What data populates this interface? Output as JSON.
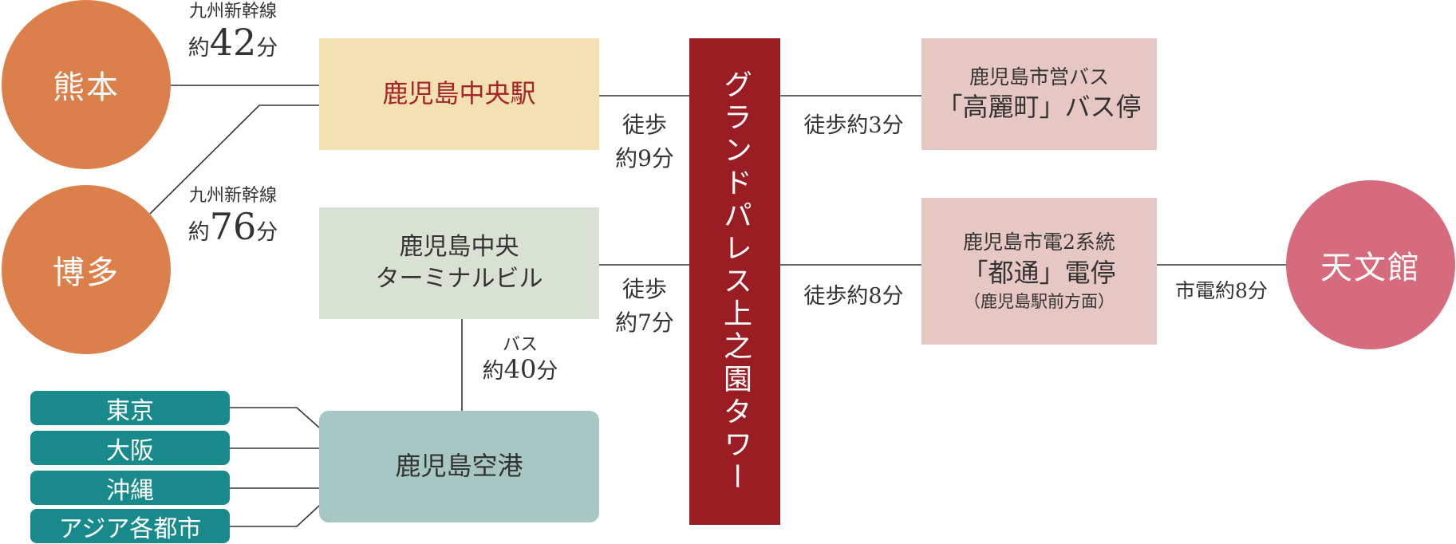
{
  "colors": {
    "origin_circle": "#dc804b",
    "destination_circle": "#d56b7c",
    "station_box": "#f4e1b2",
    "terminal_box": "#d9e1d5",
    "airport_box": "#a7c7c3",
    "city_pill": "#188a8c",
    "tower": "#9a1d24",
    "stop_box": "#e7c7c3",
    "station_text": "#a3242a",
    "lines": "#333333"
  },
  "origins": {
    "kumamoto": "熊本",
    "hakata": "博多"
  },
  "routes": {
    "kumamoto_line": "九州新幹線",
    "kumamoto_time_prefix": "約",
    "kumamoto_time_num": "42",
    "kumamoto_time_unit": "分",
    "hakata_line": "九州新幹線",
    "hakata_time_prefix": "約",
    "hakata_time_num": "76",
    "hakata_time_unit": "分"
  },
  "stations": {
    "central_station": "鹿児島中央駅",
    "terminal_line1": "鹿児島中央",
    "terminal_line2": "ターミナルビル",
    "airport": "鹿児島空港"
  },
  "cities": [
    "東京",
    "大阪",
    "沖縄",
    "アジア各都市"
  ],
  "bus": {
    "label": "バス",
    "time_prefix": "約",
    "time_num": "40",
    "time_unit": "分"
  },
  "walks": {
    "station_walk_line1": "徒歩",
    "station_walk_line2": "約9分",
    "terminal_walk_line1": "徒歩",
    "terminal_walk_line2": "約7分",
    "bus_stop_walk": "徒歩約3分",
    "tram_stop_walk": "徒歩約8分"
  },
  "tower": {
    "name": "グランドパレス上之園タワー"
  },
  "stops": {
    "bus_operator": "鹿児島市営バス",
    "bus_stop_name": "「高麗町」バス停",
    "tram_line": "鹿児島市電2系統",
    "tram_stop_name": "「都通」電停",
    "tram_direction": "（鹿児島駅前方面）"
  },
  "destination": {
    "name": "天文館",
    "tram_time": "市電約8分"
  }
}
